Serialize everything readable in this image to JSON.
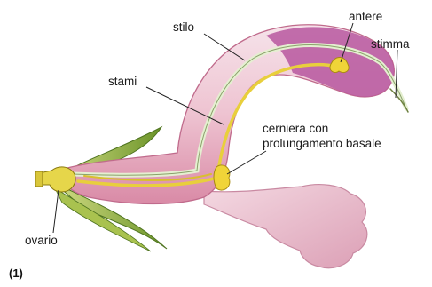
{
  "labels": {
    "stilo": "stilo",
    "antere": "antere",
    "stimma": "stimma",
    "stami": "stami",
    "cerniera_line1": "cerniera con",
    "cerniera_line2": "prolungamento basale",
    "ovario": "ovario"
  },
  "figure_number": "(1)",
  "colors": {
    "petal_light": "#f3d6df",
    "petal_mid": "#e9a9bd",
    "petal_dark": "#c96e92",
    "petal_tip": "#b24a9a",
    "sepal_green": "#6f9a2c",
    "sepal_light": "#c9d77a",
    "filament_yellow": "#e8cf3c",
    "ovary_yellow": "#e6d64a",
    "style_pale": "#e9f0d6"
  }
}
